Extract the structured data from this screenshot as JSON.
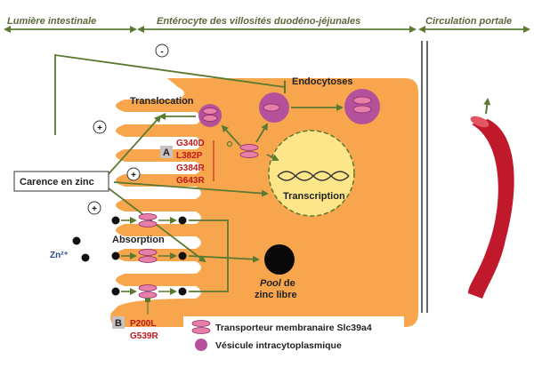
{
  "header": {
    "lumen": "Lumière intestinale",
    "enterocyte": "Entérocyte des villosités duodéno-jéjunales",
    "portal": "Circulation portale"
  },
  "labels": {
    "endocytoses": "Endocytoses",
    "translocation": "Translocation",
    "transcription": "Transcription",
    "carence": "Carence en zinc",
    "absorption": "Absorption",
    "zinc_ion": "Zn²⁺",
    "pool_line1": "Pool",
    "pool_line1_rest": " de",
    "pool_line2": "zinc libre"
  },
  "signs": {
    "minus": "-",
    "plus_translocation": "+",
    "plus_transcription": "+",
    "plus_absorption": "+"
  },
  "mutations_a": {
    "tag": "A",
    "items": [
      "G340D",
      "L382P",
      "G384R",
      "G643R"
    ]
  },
  "mutations_b": {
    "tag": "B",
    "items": [
      "P200L",
      "G539R"
    ]
  },
  "legend": {
    "transporter": "Transporteur membranaire Slc39a4",
    "vesicle": "Vésicule intracytoplasmique"
  },
  "colors": {
    "cell": "#f7a64d",
    "nucleus": "#fde58a",
    "vesicle": "#b5519b",
    "transporter": "#e87fa8",
    "arrow": "#5a7a32",
    "vessel": "#c0192b",
    "mutation": "#c0181b"
  }
}
